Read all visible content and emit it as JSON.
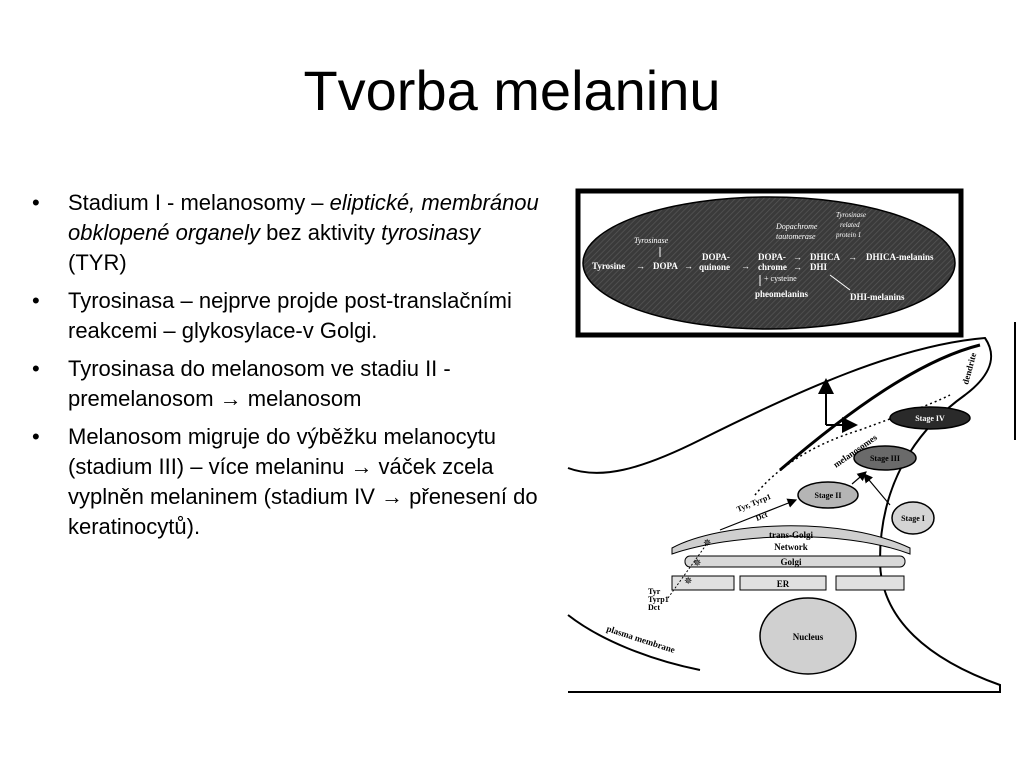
{
  "slide": {
    "title": "Tvorba melaninu",
    "bullet_marker": "•",
    "bullets": [
      {
        "parts": [
          {
            "t": "Stadium I - melanosomy – ",
            "i": false
          },
          {
            "t": "eliptické, membránou obklopené organely",
            "i": true
          },
          {
            "t": " bez aktivity ",
            "i": false
          },
          {
            "t": "tyrosinasy",
            "i": true
          },
          {
            "t": " (TYR)",
            "i": false
          }
        ]
      },
      {
        "parts": [
          {
            "t": "Tyrosinasa – nejprve projde post-translačními reakcemi – glykosylace-v Golgi.",
            "i": false
          }
        ]
      },
      {
        "parts": [
          {
            "t": "Tyrosinasa do melanosom ve stadiu II - premelanosom → melanosom",
            "i": false
          }
        ]
      },
      {
        "parts": [
          {
            "t": "Melanosom migruje do výběžku melanocytu (stadium III) – více melaninu → váček zcela vyplněn melaninem (stadium IV → přenesení do keratinocytů).",
            "i": false
          }
        ]
      }
    ]
  },
  "pathway": {
    "tyrosinase_label": "Tyrosinase",
    "dopachrome_label_1": "Dopachrome",
    "dopachrome_label_2": "tautomerase",
    "trp_label_1": "Tyrosinase",
    "trp_label_2": "related",
    "trp_label_3": "protein 1",
    "tyrosine": "Tyrosine",
    "dopa": "DOPA",
    "dopaquinone_1": "DOPA-",
    "dopaquinone_2": "quinone",
    "dopachrome_1": "DOPA-",
    "dopachrome_2": "chrome",
    "dhica": "DHICA",
    "dhi": "DHI",
    "dhica_melanins": "DHICA-melanins",
    "cysteine": "+ cysteine",
    "pheomelanins": "pheomelanins",
    "dhi_melanins": "DHI-melanins",
    "arrow": "→",
    "ellipse_color": "#4a4a4a"
  },
  "cell": {
    "dendrite": "dendrite",
    "melanosomes": "melanosomes",
    "stage4": "Stage IV",
    "stage3": "Stage III",
    "stage2": "Stage II",
    "stage1": "Stage I",
    "tyr_tyrp1": "Tyr, Tyrp1",
    "dct": "Dct",
    "trans_golgi": "trans-Golgi",
    "network": "Network",
    "golgi": "Golgi",
    "er": "ER",
    "nucleus": "Nucleus",
    "tyr": "Tyr",
    "tyrp1": "Tyrp1",
    "dct2": "Dct",
    "plasma_membrane": "plasma membrane"
  }
}
